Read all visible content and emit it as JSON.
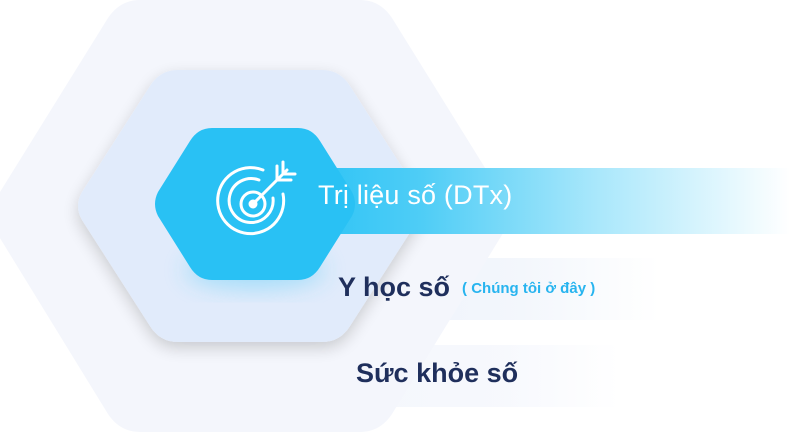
{
  "layers": {
    "primary": {
      "label": "Trị liệu số (DTx)",
      "icon": "target-arrow-icon"
    },
    "secondary": {
      "label": "Y học số",
      "note": "( Chúng tôi ở đây )"
    },
    "tertiary": {
      "label": "Sức khỏe số"
    }
  },
  "colors": {
    "accent": "#29c1f4",
    "text_dark": "#1f2f5c",
    "note": "#27b4ef",
    "hex_outer": "#f4f6fc",
    "hex_middle": "#e1ebfb",
    "hex_inner": "#29c1f4"
  }
}
